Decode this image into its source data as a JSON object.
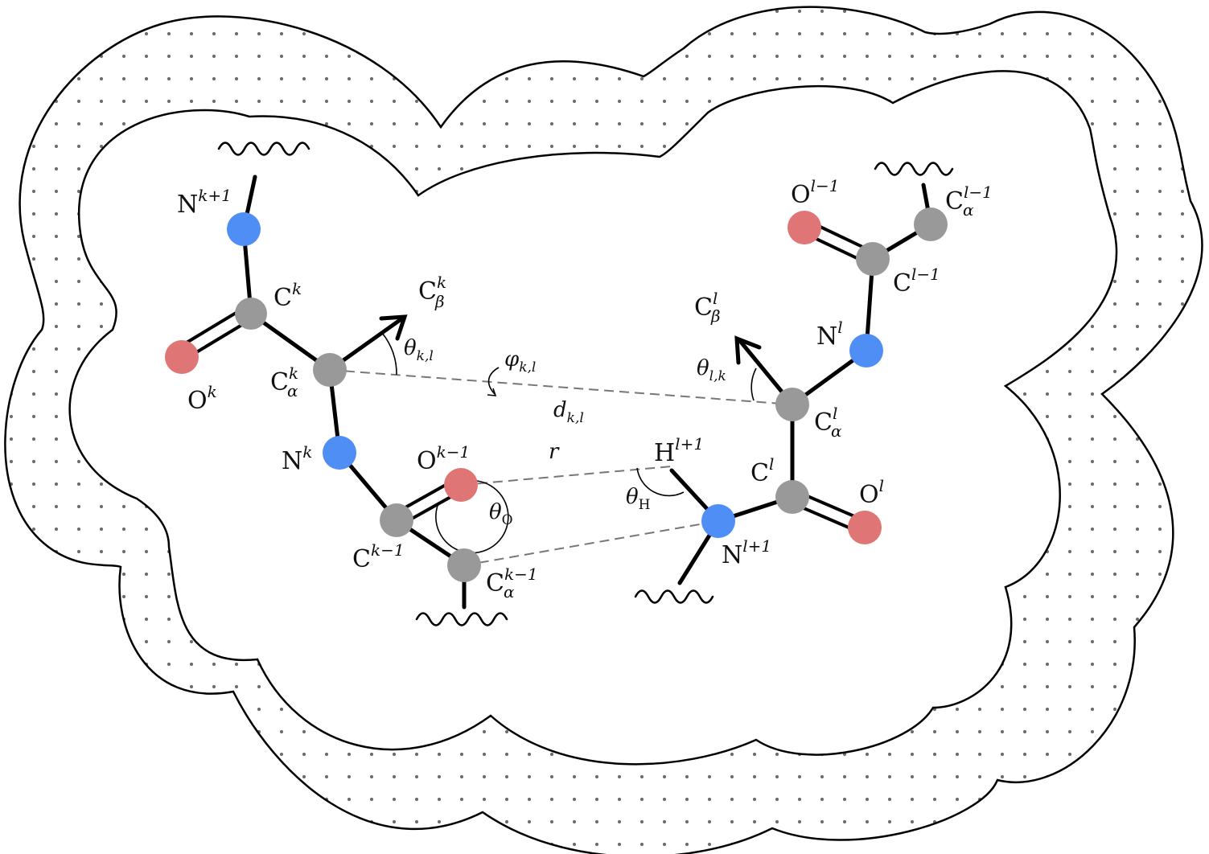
{
  "colors": {
    "nitrogen": "#4f8ef5",
    "oxygen": "#e07575",
    "carbon": "#999999",
    "dots": "#6e6e6e",
    "outline": "#000000",
    "dashed": "#777777"
  },
  "residue_k": {
    "n_next": {
      "symbol": "N",
      "sup": "k+1"
    },
    "c": {
      "symbol": "C",
      "sup": "k"
    },
    "o": {
      "symbol": "O",
      "sup": "k"
    },
    "ca": {
      "symbol": "C",
      "sup": "k",
      "sub": "α"
    },
    "cb": {
      "symbol": "C",
      "sup": "k",
      "sub": "β"
    },
    "n": {
      "symbol": "N",
      "sup": "k"
    },
    "o_prev": {
      "symbol": "O",
      "sup": "k−1"
    },
    "c_prev": {
      "symbol": "C",
      "sup": "k−1"
    },
    "ca_prev": {
      "symbol": "C",
      "sup": "k−1",
      "sub": "α"
    }
  },
  "residue_l": {
    "o_prev": {
      "symbol": "O",
      "sup": "l−1"
    },
    "ca_prev": {
      "symbol": "C",
      "sup": "l−1",
      "sub": "α"
    },
    "c_prev": {
      "symbol": "C",
      "sup": "l−1"
    },
    "n": {
      "symbol": "N",
      "sup": "l"
    },
    "cb": {
      "symbol": "C",
      "sup": "l",
      "sub": "β"
    },
    "ca": {
      "symbol": "C",
      "sup": "l",
      "sub": "α"
    },
    "c": {
      "symbol": "C",
      "sup": "l"
    },
    "o": {
      "symbol": "O",
      "sup": "l"
    },
    "h_next": {
      "symbol": "H",
      "sup": "l+1"
    },
    "n_next": {
      "symbol": "N",
      "sup": "l+1"
    }
  },
  "measures": {
    "theta_kl": {
      "symbol": "θ",
      "sub": "k,l"
    },
    "phi_kl": {
      "symbol": "φ",
      "sub": "k,l"
    },
    "theta_lk": {
      "symbol": "θ",
      "sub": "l,k"
    },
    "d_kl": {
      "symbol": "d",
      "sub": "k,l"
    },
    "r": {
      "symbol": "r"
    },
    "theta_o": {
      "symbol": "θ",
      "sub": "O"
    },
    "theta_h": {
      "symbol": "θ",
      "sub": "H"
    }
  }
}
